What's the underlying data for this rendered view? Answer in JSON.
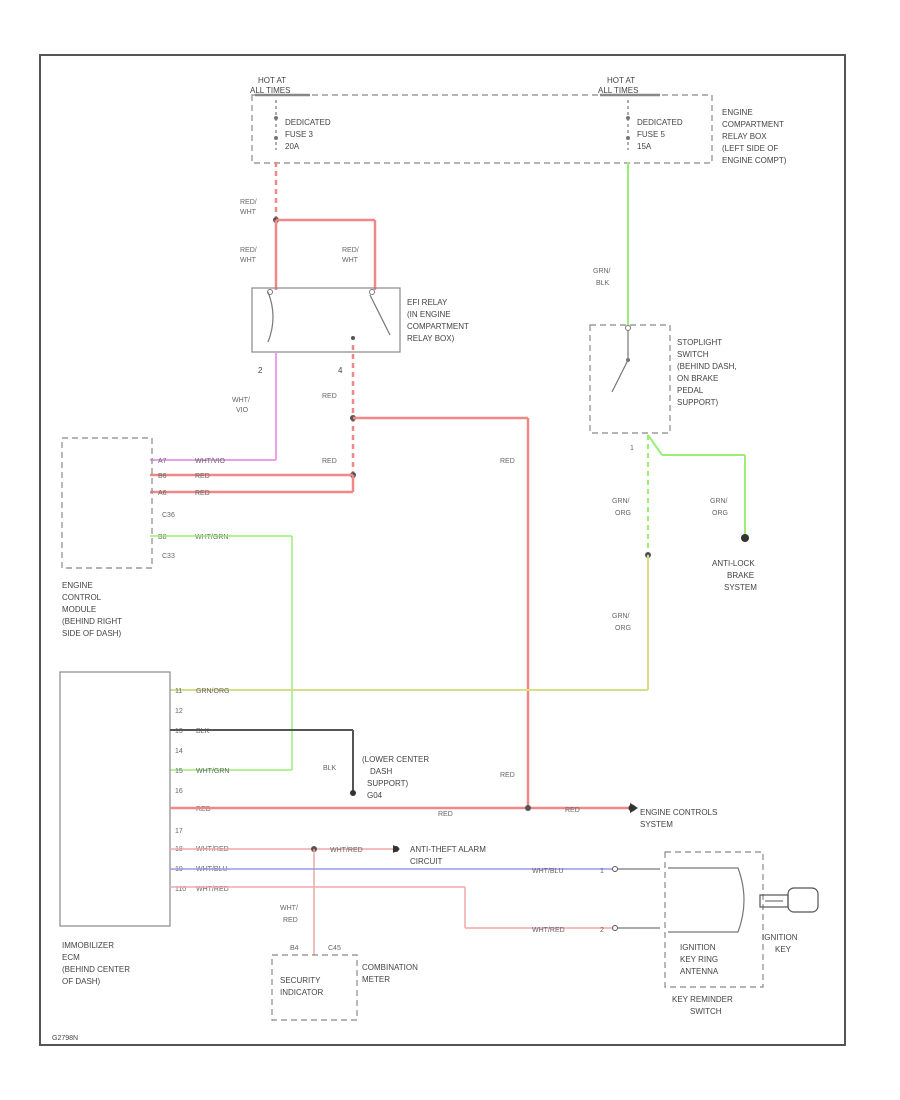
{
  "colors": {
    "red": "#f08888",
    "green": "#99ee77",
    "pink": "#e8a0e8",
    "black": "#555555",
    "yellow": "#d8dd88",
    "blue": "#9999ee",
    "pinkred": "#f0a8a8"
  },
  "hot_at_all_times_left": [
    "HOT AT",
    "ALL TIMES"
  ],
  "hot_at_all_times_right": [
    "HOT AT",
    "ALL TIMES"
  ],
  "fuse_left": [
    "DEDICATED",
    "FUSE 3",
    "20A"
  ],
  "fuse_right": [
    "DEDICATED",
    "FUSE 5",
    "15A"
  ],
  "relay_box": [
    "ENGINE",
    "COMPARTMENT",
    "RELAY BOX",
    "(LEFT SIDE OF",
    "ENGINE COMPT)"
  ],
  "efi_relay": [
    "EFI RELAY",
    "(IN ENGINE",
    "COMPARTMENT",
    "RELAY BOX)"
  ],
  "stoplight_switch": [
    "STOPLIGHT",
    "SWITCH",
    "(BEHIND DASH,",
    "ON BRAKE",
    "PEDAL",
    "SUPPORT)"
  ],
  "ecm": [
    "ENGINE",
    "CONTROL",
    "MODULE",
    "(BEHIND RIGHT",
    "SIDE OF DASH)"
  ],
  "anti_lock": [
    "ANTI-LOCK",
    "BRAKE",
    "SYSTEM"
  ],
  "immobilizer": [
    "IMMOBILIZER",
    "ECM",
    "(BEHIND CENTER",
    "OF DASH)"
  ],
  "ground": [
    "(LOWER CENTER",
    "DASH",
    "SUPPORT)",
    "G04"
  ],
  "engine_controls": [
    "ENGINE CONTROLS",
    "SYSTEM"
  ],
  "anti_theft": [
    "ANTI-THEFT ALARM",
    "CIRCUIT"
  ],
  "security_indicator": [
    "SECURITY",
    "INDICATOR"
  ],
  "combination_meter": [
    "COMBINATION",
    "METER"
  ],
  "key_ring": [
    "IGNITION",
    "KEY RING",
    "ANTENNA"
  ],
  "key_reminder": [
    "KEY REMINDER",
    "SWITCH"
  ],
  "ignition_key": [
    "IGNITION",
    "KEY"
  ],
  "wires": {
    "red_wht": [
      "RED/",
      "WHT"
    ],
    "grn_blk": [
      "GRN/",
      "BLK"
    ],
    "wht_vio": [
      "WHT/",
      "VIO"
    ],
    "red": "RED",
    "blk": "BLK",
    "grn_org": [
      "GRN/",
      "ORG"
    ],
    "wht_red": [
      "WHT/",
      "RED"
    ]
  },
  "ecm_pins": [
    {
      "pin": "A7",
      "wire": "WHT/VIO"
    },
    {
      "pin": "B6",
      "wire": "RED"
    },
    {
      "pin": "A6",
      "wire": "RED"
    },
    {
      "pin": "",
      "wire": "C36"
    },
    {
      "pin": "B8",
      "wire": "WHT/GRN"
    },
    {
      "pin": "",
      "wire": "C33"
    }
  ],
  "imm_pins": [
    {
      "pin": "11",
      "wire": "GRN/ORG"
    },
    {
      "pin": "12",
      "wire": ""
    },
    {
      "pin": "13",
      "wire": "BLK"
    },
    {
      "pin": "14",
      "wire": "WHT/GRN"
    },
    {
      "pin": "15",
      "wire": ""
    },
    {
      "pin": "16",
      "wire": "RED"
    },
    {
      "pin": "17",
      "wire": ""
    },
    {
      "pin": "18",
      "wire": "WHT/RED"
    },
    {
      "pin": "19",
      "wire": "WHT/BLU"
    },
    {
      "pin": "110",
      "wire": "WHT/RED"
    }
  ],
  "relay_pins": {
    "p2": "2",
    "p4": "4",
    "p1": "1"
  },
  "wire_wht_blu": "WHT/BLU",
  "wire_wht_red_key": "WHT/RED",
  "key_pins": {
    "a": "1",
    "b": "2"
  },
  "combo_pins": [
    "B4",
    "C45"
  ],
  "footer_code": "G2798N"
}
